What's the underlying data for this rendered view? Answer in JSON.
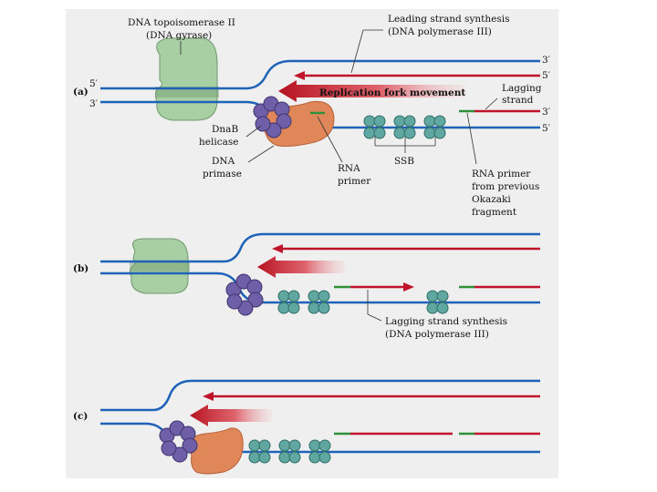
{
  "colors": {
    "background": "#efefef",
    "parental_strand": "#1f63b8",
    "new_strand": "#c0142a",
    "rna_primer": "#2f8f3a",
    "helicase": "#6e5fa8",
    "primase": "#e0875a",
    "gyrase": "#a8cfa4",
    "ssb": "#5fa7a0"
  },
  "labels": {
    "topoisomerase_line1": "DNA topoisomerase II",
    "topoisomerase_line2": "(DNA gyrase)",
    "leading_line1": "Leading strand synthesis",
    "leading_line2": "(DNA polymerase III)",
    "fork_movement": "Replication fork movement",
    "lagging_line1": "Lagging",
    "lagging_line2": "strand",
    "helicase_line1": "DnaB",
    "helicase_line2": "helicase",
    "primase_line1": "DNA",
    "primase_line2": "primase",
    "rna_primer_line1": "RNA",
    "rna_primer_line2": "primer",
    "ssb": "SSB",
    "okazaki_line1": "RNA primer",
    "okazaki_line2": "from previous",
    "okazaki_line3": "Okazaki",
    "okazaki_line4": "fragment",
    "lagging_synth_line1": "Lagging strand synthesis",
    "lagging_synth_line2": "(DNA polymerase III)"
  },
  "strand_ends": {
    "left_top": "5′",
    "left_bottom": "3′",
    "right_1": "3′",
    "right_2": "5′",
    "right_3": "3′",
    "right_4": "5′"
  },
  "panels": {
    "a": "(a)",
    "b": "(b)",
    "c": "(c)"
  }
}
